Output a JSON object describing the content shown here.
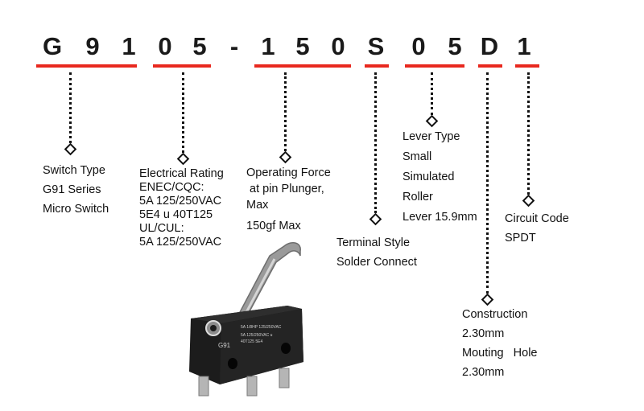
{
  "code": {
    "characters": [
      "G",
      "9",
      "1",
      "0",
      "5",
      "-",
      "1",
      "5",
      "0",
      "S",
      "0",
      "5",
      "D",
      "1"
    ]
  },
  "colors": {
    "accent": "#e8281e",
    "text": "#111111",
    "switch_body": "#1c1c1c",
    "lever_metal": "#9a9a9a"
  },
  "fields": {
    "switch_type": {
      "lines": [
        "Switch Type",
        "G91 Series",
        "Micro Switch"
      ]
    },
    "electrical_rating": {
      "lines": [
        "Electrical Rating",
        "ENEC/CQC:",
        "5A 125/250VAC",
        "5E4 u 40T125",
        "UL/CUL:",
        "5A 125/250VAC"
      ]
    },
    "operating_force": {
      "lines": [
        "Operating Force",
        " at pin Plunger,",
        "Max",
        "150gf Max"
      ]
    },
    "terminal_style": {
      "lines": [
        "Terminal Style",
        "Solder Connect"
      ]
    },
    "lever_type": {
      "lines": [
        "Lever Type",
        "Small",
        "Simulated",
        "Roller",
        "Lever 15.9mm"
      ]
    },
    "construction": {
      "lines": [
        "Construction",
        "2.30mm",
        "Mouting   Hole",
        "2.30mm"
      ]
    },
    "circuit_code": {
      "lines": [
        "Circuit Code",
        "SPDT"
      ]
    }
  },
  "product_marking": {
    "model": "G91",
    "rating_line_1": "5A 1/8HP 125/250VAC",
    "rating_line_2": "5A 125/250VAC u",
    "rating_line_3": "40T125 5E4"
  }
}
